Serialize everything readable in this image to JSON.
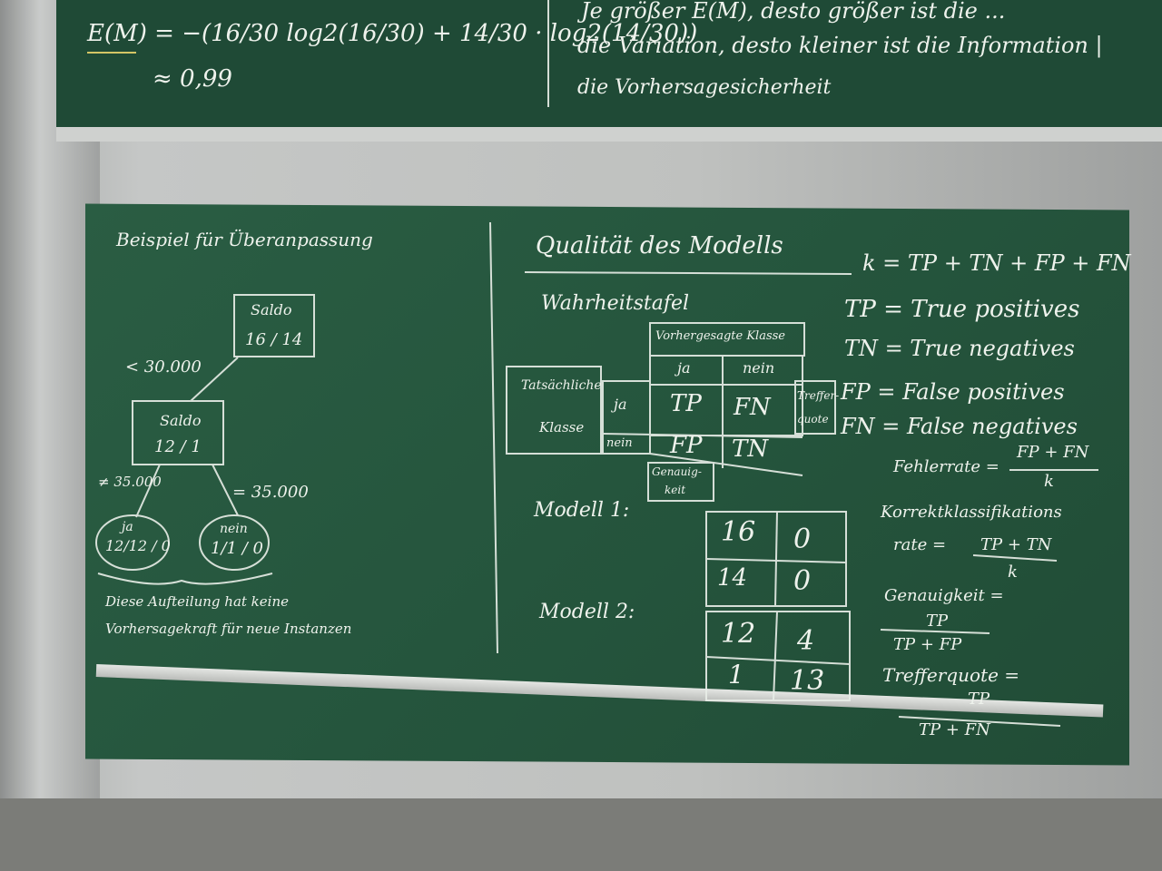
{
  "top_board": {
    "formula": "E(M) = −(16/30 log2(16/30) + 14/30 · log2(14/30))",
    "approx": "≈ 0,99",
    "text_line1": "Je größer E(M), desto größer ist die ...",
    "text_line2": "die Variation, desto kleiner ist die Information |",
    "text_line3": "die Vorhersagesicherheit"
  },
  "left_panel": {
    "title": "Beispiel für Überanpassung",
    "root_node": {
      "label": "Saldo",
      "value": "16 / 14"
    },
    "edge_left": "< 30.000",
    "child_node": {
      "label": "Saldo",
      "value": "12 / 1"
    },
    "edge_ll": "≠ 35.000",
    "edge_lr": "= 35.000",
    "leaf_yes": {
      "label": "ja",
      "value": "12/12 / 0"
    },
    "leaf_no": {
      "label": "nein",
      "value": "1/1 / 0"
    },
    "note_line1": "Diese Aufteilung hat keine",
    "note_line2": "Vorhersagekraft für neue Instanzen"
  },
  "right_panel": {
    "title": "Qualität des Modells",
    "subtitle": "Wahrheitstafel",
    "predicted_class": "Vorhergesagte Klasse",
    "col_ja": "ja",
    "col_nein": "nein",
    "actual_class_1": "Tatsächliche",
    "actual_class_2": "Klasse",
    "row_ja": "ja",
    "row_nein": "nein",
    "tp": "TP",
    "fn": "FN",
    "fp": "FP",
    "tn": "TN",
    "trefferquote_1": "Treffer-",
    "trefferquote_2": "quote",
    "genauigkeit_1": "Genauig-",
    "genauigkeit_2": "keit",
    "modell1_label": "Modell 1:",
    "modell1": [
      "16",
      "0",
      "14",
      "0"
    ],
    "modell2_label": "Modell 2:",
    "modell2": [
      "12",
      "4",
      "1",
      "13"
    ]
  },
  "definitions": {
    "k": "k = TP + TN + FP + FN",
    "tp": "TP = True positives",
    "tn": "TN = True negatives",
    "fp": "FP = False positives",
    "fn": "FN = False negatives",
    "fehlerrate": "Fehlerrate =",
    "fehlerrate_num": "FP + FN",
    "fehlerrate_den": "k",
    "korrekt_1": "Korrektklassifikations",
    "korrekt_2": "rate =",
    "korrekt_num": "TP + TN",
    "korrekt_den": "k",
    "genauigkeit": "Genauigkeit =",
    "genauigkeit_num": "TP",
    "genauigkeit_den": "TP + FP",
    "treffer": "Trefferquote =",
    "treffer_num": "TP",
    "treffer_den": "TP + FN"
  }
}
